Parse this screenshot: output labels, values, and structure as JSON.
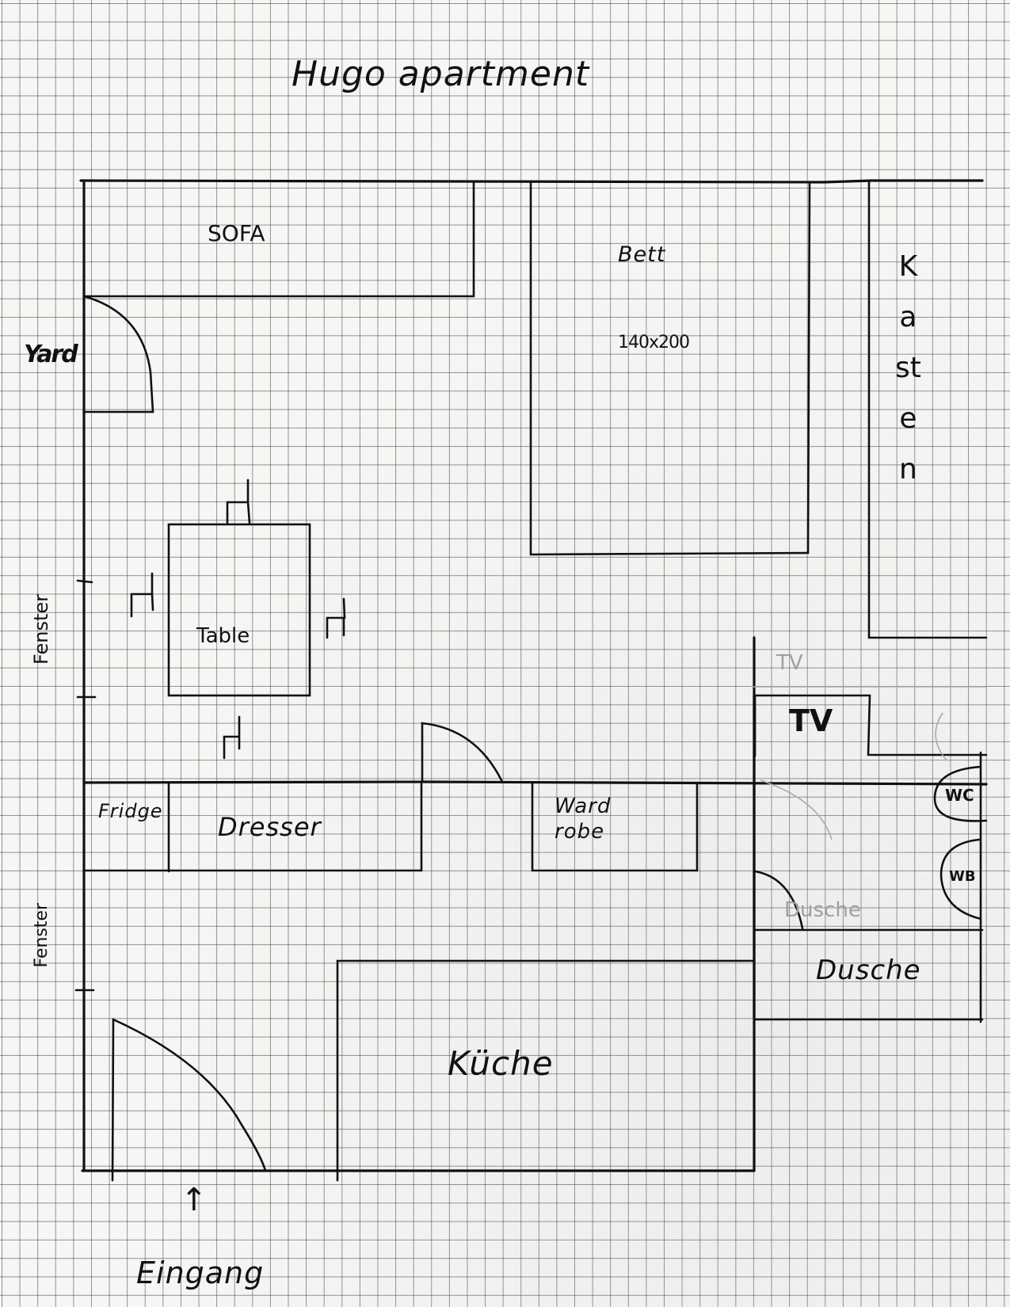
{
  "title": "Hugo apartment",
  "rooms": {
    "sofa": "SOFA",
    "bed": "Bett",
    "bed_size": "140x200",
    "wardrobe_tall": "Kasten",
    "wardrobe_tall_letters": [
      "K",
      "a",
      "st",
      "e",
      "n"
    ],
    "table": "Table",
    "fridge": "Fridge",
    "dresser": "Dresser",
    "wardrobe": "Ward robe",
    "wardrobe_line1": "Ward",
    "wardrobe_line2": "robe",
    "tv": "TV",
    "tv_faint": "TV",
    "wc": "WC",
    "wb": "WB",
    "shower": "Dusche",
    "shower_faint": "Dusche",
    "kitchen": "Küche"
  },
  "edge_labels": {
    "yard": "Yard",
    "window_upper": "Fenster",
    "window_lower": "Fenster",
    "entrance": "Eingang"
  },
  "symbols": {
    "entrance_arrow": "↑"
  },
  "colors": {
    "ink": "#111111",
    "paper": "#f6f6f4",
    "grid": "#3c3c3c",
    "pencil": "#a9a9a9"
  }
}
